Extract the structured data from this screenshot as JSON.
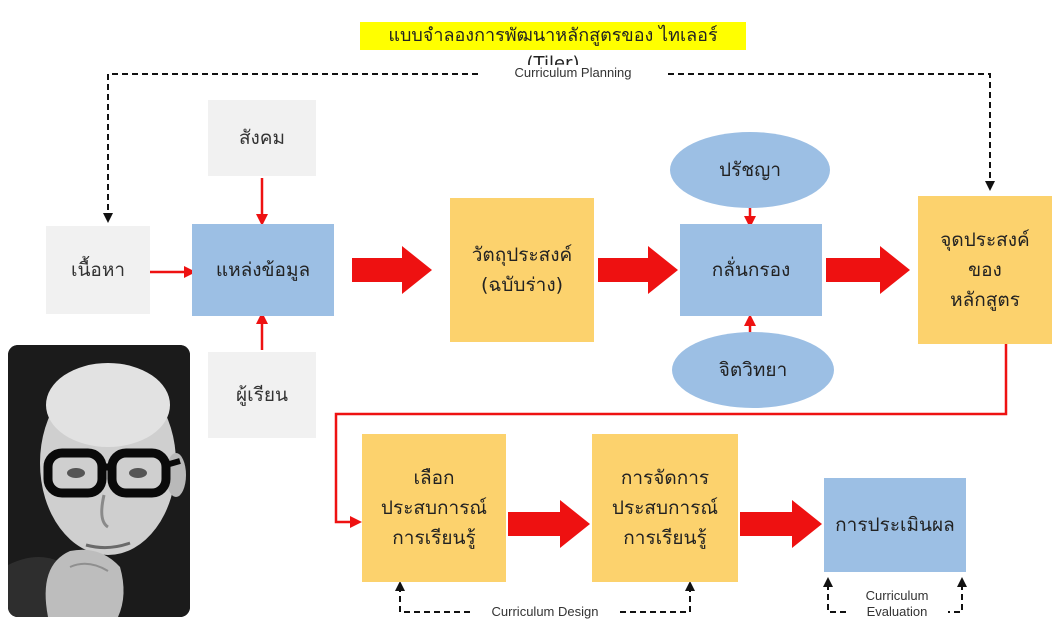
{
  "title": "แบบจำลองการพัฒนาหลักสูตรของ ไทเลอร์ (Tiler)",
  "labels": {
    "planning": "Curriculum  Planning",
    "design": "Curriculum  Design",
    "evaluation_line1": "Curriculum",
    "evaluation_line2": "Evaluation"
  },
  "nodes": {
    "society": "สังคม",
    "content": "เนื้อหา",
    "sources": "แหล่งข้อมูล",
    "learner": "ผู้เรียน",
    "draft_objectives_line1": "วัตถุประสงค์",
    "draft_objectives_line2": "(ฉบับร่าง)",
    "philosophy": "ปรัชญา",
    "screening": "กลั่นกรอง",
    "psychology": "จิตวิทยา",
    "curriculum_goals_line1": "จุดประสงค์ของ",
    "curriculum_goals_line2": "หลักสูตร",
    "select_line1": "เลือก",
    "select_line2": "ประสบการณ์",
    "select_line3": "การเรียนรู้",
    "organize_line1": "การจัดการ",
    "organize_line2": "ประสบการณ์",
    "organize_line3": "การเรียนรู้",
    "evaluation": "การประเมินผล"
  },
  "colors": {
    "gray_box": "#f1f1f1",
    "blue_box": "#9cbfe4",
    "yellow_box": "#fcd26d",
    "arrow_red": "#ee1111",
    "title_highlight": "#ffff00"
  }
}
